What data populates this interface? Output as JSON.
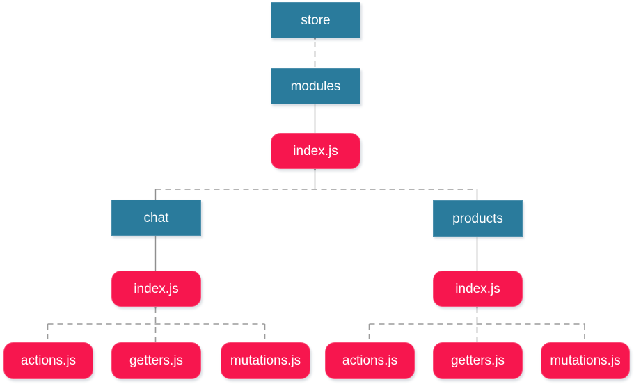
{
  "diagram": {
    "type": "tree",
    "description_visible_only": "file structure tree of a store with modules",
    "colors": {
      "folder_fill": "#2a7b9c",
      "file_fill": "#f7164e",
      "node_text": "#ffffff",
      "connector_gray": "#9b9b9b",
      "background": "#ffffff"
    },
    "nodes": [
      {
        "id": "store",
        "label": "store",
        "kind": "folder"
      },
      {
        "id": "modules",
        "label": "modules",
        "kind": "folder"
      },
      {
        "id": "root_index",
        "label": "index.js",
        "kind": "file"
      },
      {
        "id": "chat",
        "label": "chat",
        "kind": "folder"
      },
      {
        "id": "chat_index",
        "label": "index.js",
        "kind": "file"
      },
      {
        "id": "chat_actions",
        "label": "actions.js",
        "kind": "file"
      },
      {
        "id": "chat_getters",
        "label": "getters.js",
        "kind": "file"
      },
      {
        "id": "chat_mutations",
        "label": "mutations.js",
        "kind": "file"
      },
      {
        "id": "products",
        "label": "products",
        "kind": "folder"
      },
      {
        "id": "products_index",
        "label": "index.js",
        "kind": "file"
      },
      {
        "id": "products_actions",
        "label": "actions.js",
        "kind": "file"
      },
      {
        "id": "products_getters",
        "label": "getters.js",
        "kind": "file"
      },
      {
        "id": "products_mutations",
        "label": "mutations.js",
        "kind": "file"
      }
    ],
    "edges": [
      {
        "from": "modules",
        "to": "store",
        "line": "dashed",
        "arrow": "open-up"
      },
      {
        "from": "root_index",
        "to": "modules",
        "line": "solid",
        "arrow": "none"
      },
      {
        "from": "chat",
        "to": "root_index",
        "line": "dashed",
        "arrow": "open-up"
      },
      {
        "from": "products",
        "to": "root_index",
        "line": "dashed",
        "arrow": "open-up"
      },
      {
        "from": "chat_index",
        "to": "chat",
        "line": "solid",
        "arrow": "none"
      },
      {
        "from": "products_index",
        "to": "products",
        "line": "solid",
        "arrow": "none"
      },
      {
        "from": "chat_actions",
        "to": "chat_index",
        "line": "dashed",
        "arrow": "none"
      },
      {
        "from": "chat_getters",
        "to": "chat_index",
        "line": "dashed",
        "arrow": "open-up"
      },
      {
        "from": "chat_mutations",
        "to": "chat_index",
        "line": "dashed",
        "arrow": "none"
      },
      {
        "from": "products_actions",
        "to": "products_index",
        "line": "dashed",
        "arrow": "none"
      },
      {
        "from": "products_getters",
        "to": "products_index",
        "line": "dashed",
        "arrow": "open-up"
      },
      {
        "from": "products_mutations",
        "to": "products_index",
        "line": "dashed",
        "arrow": "none"
      }
    ]
  }
}
